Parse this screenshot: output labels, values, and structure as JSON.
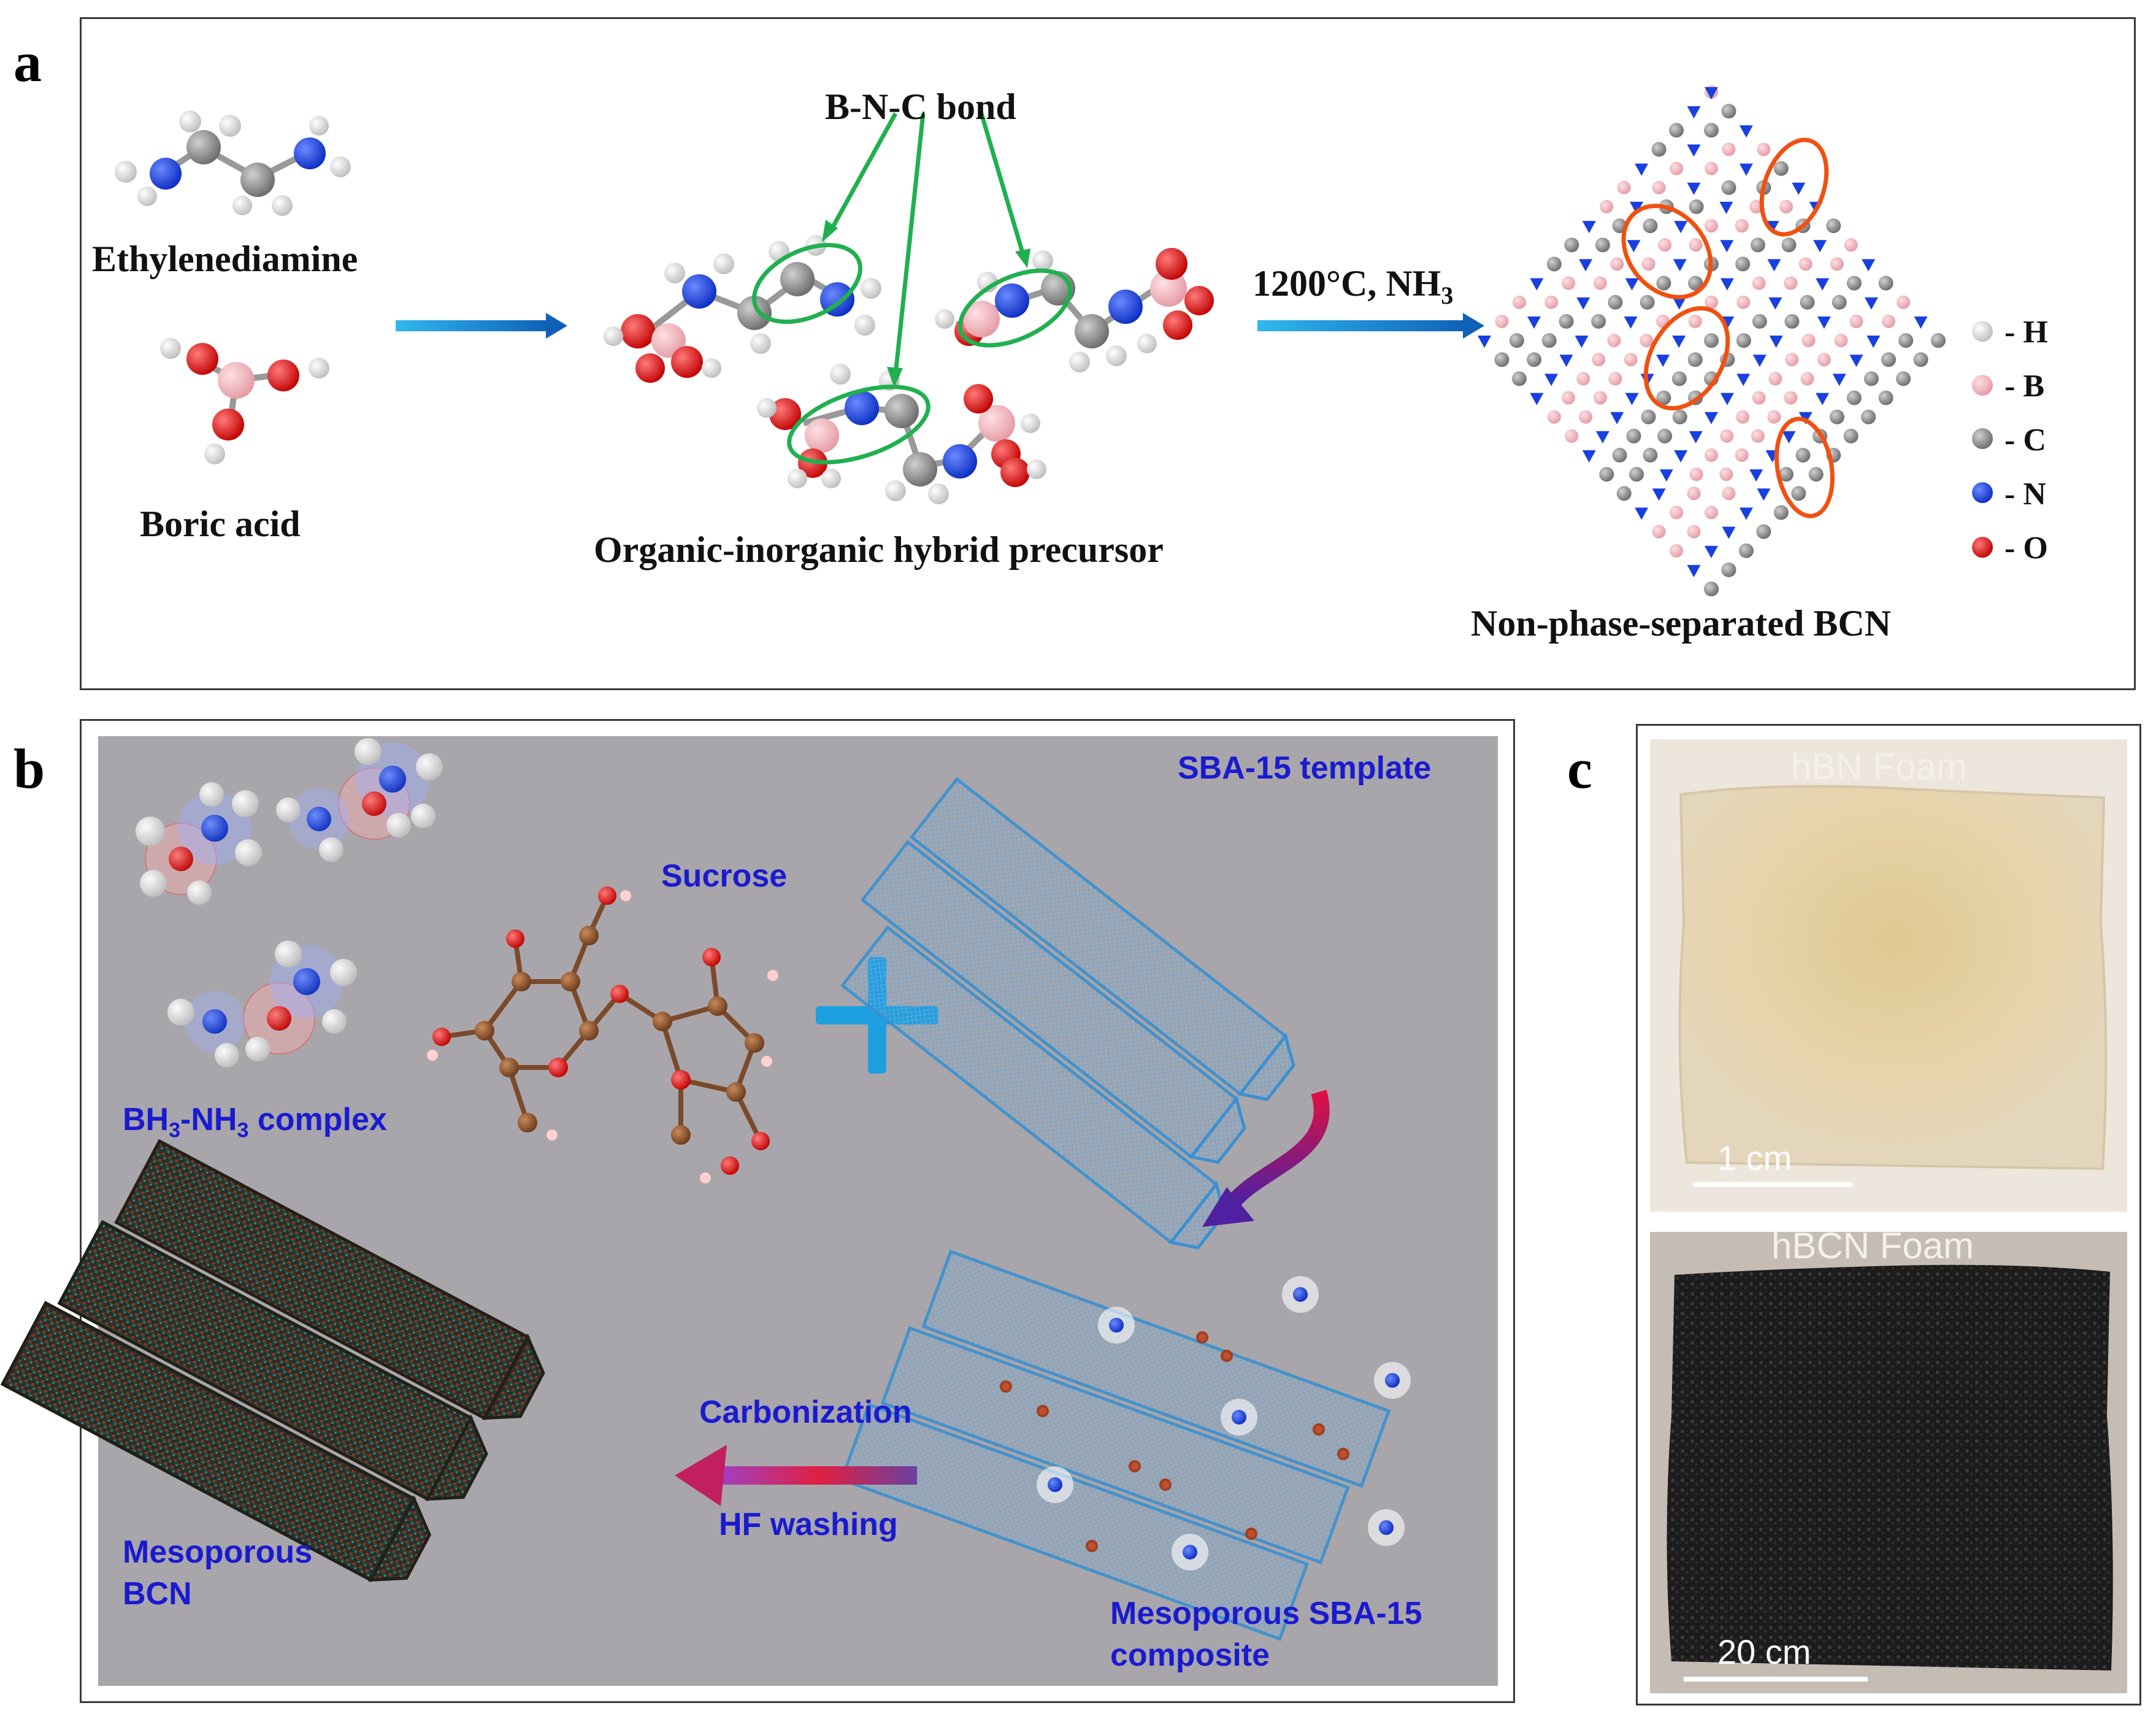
{
  "panels": {
    "a": {
      "letter": "a",
      "ethylenediamine": "Ethylenediamine",
      "boric_acid": "Boric acid",
      "bond_label": "B-N-C bond",
      "precursor": "Organic-inorganic hybrid precursor",
      "condition": "1200°C, NH",
      "condition_sub": "3",
      "product": "Non-phase-separated BCN",
      "legend": [
        {
          "symbol": "H",
          "color": "#f2f2f2"
        },
        {
          "symbol": "B",
          "color": "#f2b8be"
        },
        {
          "symbol": "C",
          "color": "#8c8c8c"
        },
        {
          "symbol": "N",
          "color": "#1840e0"
        },
        {
          "symbol": "O",
          "color": "#e82020"
        }
      ]
    },
    "b": {
      "letter": "b",
      "template": "SBA-15 template",
      "sucrose": "Sucrose",
      "complex_pre": "BH",
      "complex_sub1": "3",
      "complex_mid": "-NH",
      "complex_sub2": "3",
      "complex_post": " complex",
      "carbonization": "Carbonization",
      "hf_washing": "HF washing",
      "mesoporous_bcn_1": "Mesoporous",
      "mesoporous_bcn_2": "BCN",
      "composite_1": "Mesoporous SBA-15",
      "composite_2": "composite"
    },
    "c": {
      "letter": "c",
      "top_label": "hBN Foam",
      "top_scale": "1 cm",
      "bottom_label": "hBCN Foam",
      "bottom_scale": "20 cm"
    }
  },
  "colors": {
    "arrow_cyan": "#1ea0e0",
    "bond_green": "#20b050",
    "ring_orange": "#f05010",
    "panel_b_bg": "#a8a6aa",
    "label_blue": "#1a1ad0"
  }
}
